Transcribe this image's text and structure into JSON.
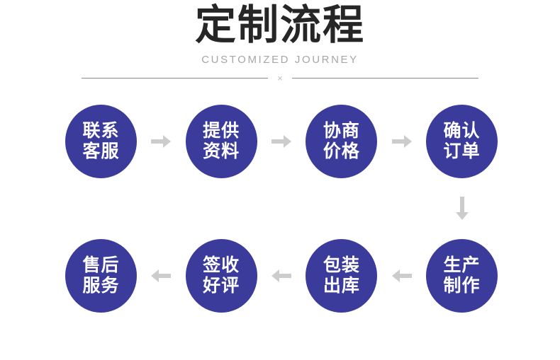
{
  "header": {
    "title": "定制流程",
    "subtitle": "CUSTOMIZED JOURNEY",
    "divider_mark": "×"
  },
  "colors": {
    "node_fill": "#3b3b9c",
    "node_text": "#ffffff",
    "arrow": "#cccccc",
    "title": "#262626",
    "subtitle": "#a6a6a6",
    "divider_line": "#8a8a8a",
    "background": "#ffffff"
  },
  "flow": {
    "row1_direction": "right",
    "row2_direction": "left",
    "row_link_direction": "down",
    "row1": [
      {
        "line1": "联系",
        "line2": "客服"
      },
      {
        "line1": "提供",
        "line2": "资料"
      },
      {
        "line1": "协商",
        "line2": "价格"
      },
      {
        "line1": "确认",
        "line2": "订单"
      }
    ],
    "row2": [
      {
        "line1": "售后",
        "line2": "服务"
      },
      {
        "line1": "签收",
        "line2": "好评"
      },
      {
        "line1": "包装",
        "line2": "出库"
      },
      {
        "line1": "生产",
        "line2": "制作"
      }
    ]
  }
}
